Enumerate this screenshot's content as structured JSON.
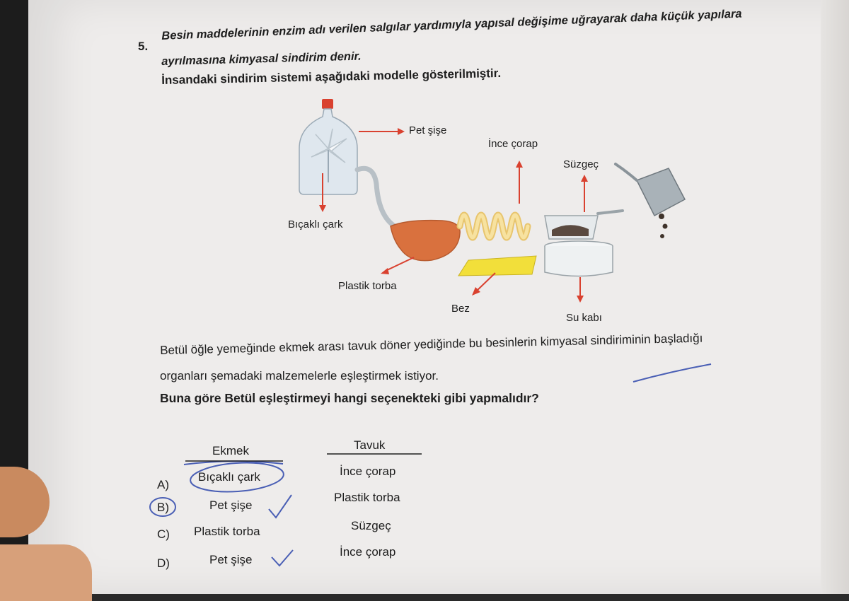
{
  "question": {
    "number": "5.",
    "line1": "Besin maddelerinin enzim adı verilen salgılar yardımıyla yapısal değişime uğrayarak daha küçük yapılara",
    "line2": "ayrılmasına kimyasal sindirim denir.",
    "line3": "İnsandaki sindirim sistemi aşağıdaki modelle gösterilmiştir."
  },
  "diagram": {
    "labels": {
      "pet_sise": "Pet şişe",
      "bicakli_cark": "Bıçaklı çark",
      "ince_corap": "İnce çorap",
      "suzgec": "Süzgeç",
      "plastik_torba": "Plastik torba",
      "bez": "Bez",
      "su_kabi": "Su kabı"
    }
  },
  "scenario": {
    "line1": "Betül öğle yemeğinde ekmek arası tavuk döner yediğinde bu besinlerin kimyasal sindiriminin başladığı",
    "line2": "organları şemadaki malzemelerle eşleştirmek istiyor.",
    "prompt": "Buna göre Betül eşleştirmeyi hangi seçenekteki gibi yapmalıdır?"
  },
  "table": {
    "headers": [
      "Ekmek",
      "Tavuk"
    ],
    "rows": [
      {
        "letter": "A)",
        "ekmek": "Bıçaklı çark",
        "tavuk": "İnce çorap"
      },
      {
        "letter": "B)",
        "ekmek": "Pet şişe",
        "tavuk": "Plastik torba"
      },
      {
        "letter": "C)",
        "ekmek": "Plastik torba",
        "tavuk": "Süzgeç"
      },
      {
        "letter": "D)",
        "ekmek": "Pet şişe",
        "tavuk": "İnce çorap"
      }
    ]
  },
  "colors": {
    "arrow": "#d9412f",
    "stomach": "#d9713e",
    "intestine": "#f0d68a",
    "cloth": "#f2df3a",
    "pen": "#4a5fb5"
  }
}
